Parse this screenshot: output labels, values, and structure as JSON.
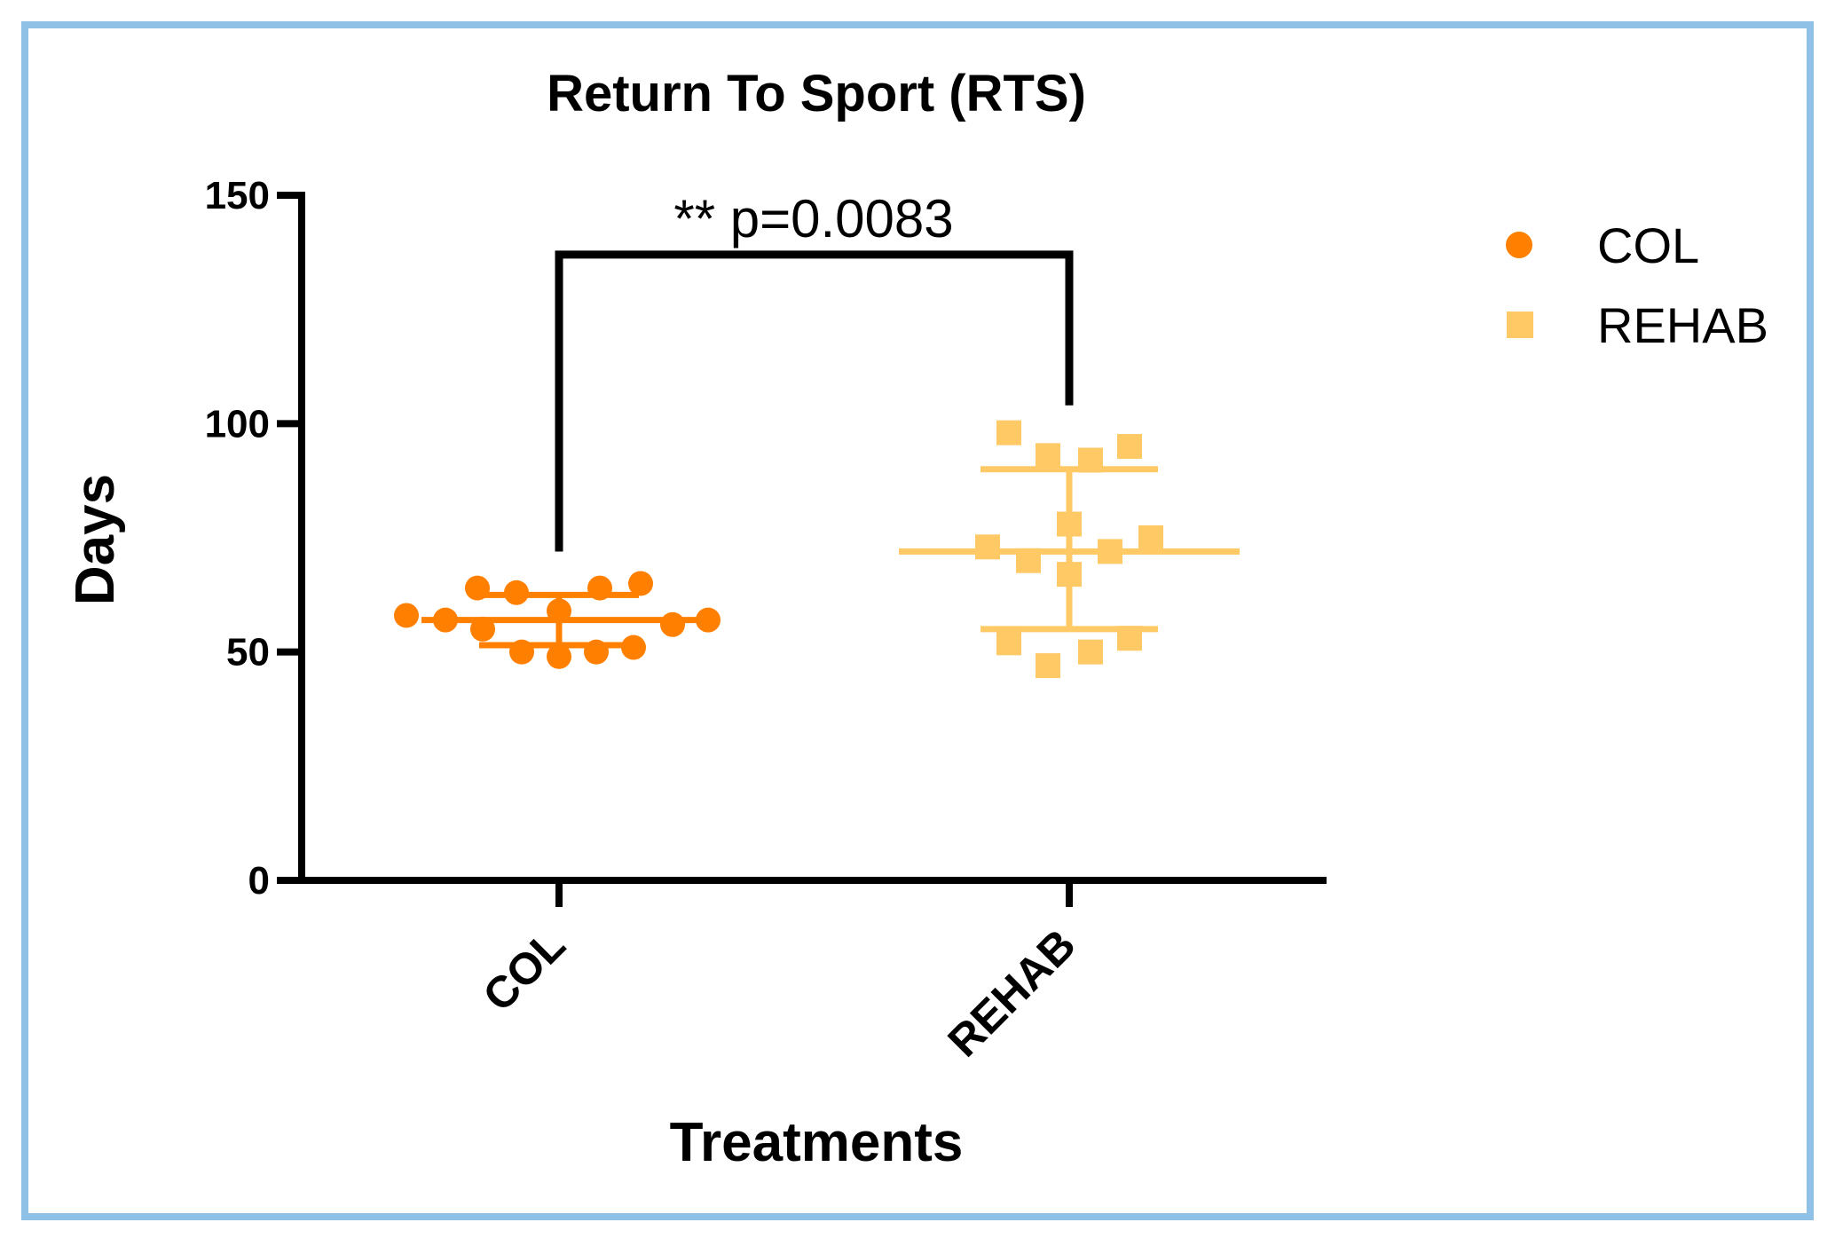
{
  "chart_data": {
    "type": "scatter",
    "title": "Return To Sport (RTS)",
    "xlabel": "Treatments",
    "ylabel": "Days",
    "categories": [
      "COL",
      "REHAB"
    ],
    "ylim": [
      0,
      150
    ],
    "yticks": [
      0,
      50,
      100,
      150
    ],
    "grid": false,
    "legend_position": "top-right",
    "series": [
      {
        "name": "COL",
        "marker": "circle",
        "color": "#ff8000",
        "values": [
          58,
          57,
          64,
          55,
          63,
          50,
          59,
          49,
          50,
          64,
          51,
          65,
          56,
          57
        ],
        "mean": 57,
        "sd_upper": 62.5,
        "sd_lower": 51.5
      },
      {
        "name": "REHAB",
        "marker": "square",
        "color": "#ffc966",
        "values": [
          73,
          98,
          52,
          70,
          93,
          47,
          78,
          67,
          92,
          50,
          72,
          95,
          53,
          75
        ],
        "mean": 72,
        "sd_upper": 90,
        "sd_lower": 55
      }
    ],
    "annotation": {
      "text": "** p=0.0083",
      "between": [
        "COL",
        "REHAB"
      ],
      "bracket_y": 137,
      "left_end": 72,
      "right_end": 104
    }
  }
}
